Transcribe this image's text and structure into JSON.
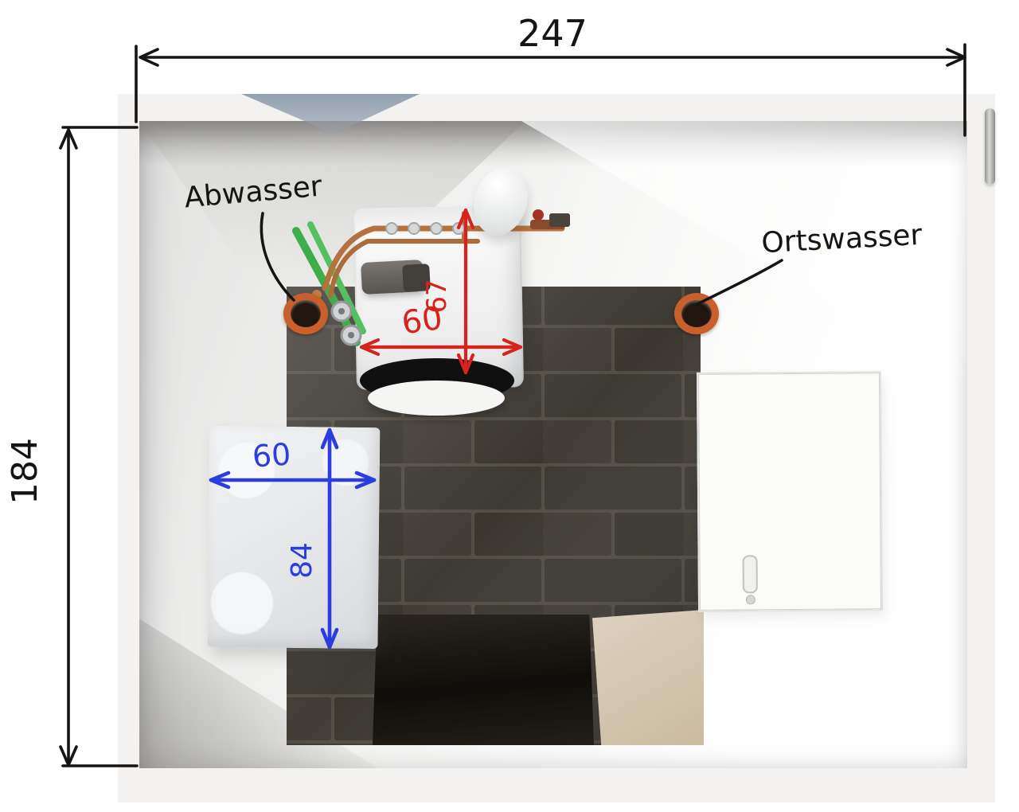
{
  "annotations": {
    "room_width": "247",
    "room_depth": "184",
    "washer_width": "60",
    "washer_depth": "67",
    "cabinet_width": "60",
    "cabinet_depth": "84"
  },
  "labels": {
    "abwasser": "Abwasser",
    "ortswasser": "Ortswasser"
  },
  "legend": {
    "colors": {
      "dimension_black": "#171513",
      "dimension_red": "#d8231c",
      "dimension_blue": "#2b3ce0",
      "pipe_flange_orange": "#c95f2b",
      "drain_hose_green": "#3fae4a",
      "copper_pipe": "#b5723f",
      "tile_dark": "#39352f",
      "bare_floor_beige": "#d3c6b0"
    }
  }
}
